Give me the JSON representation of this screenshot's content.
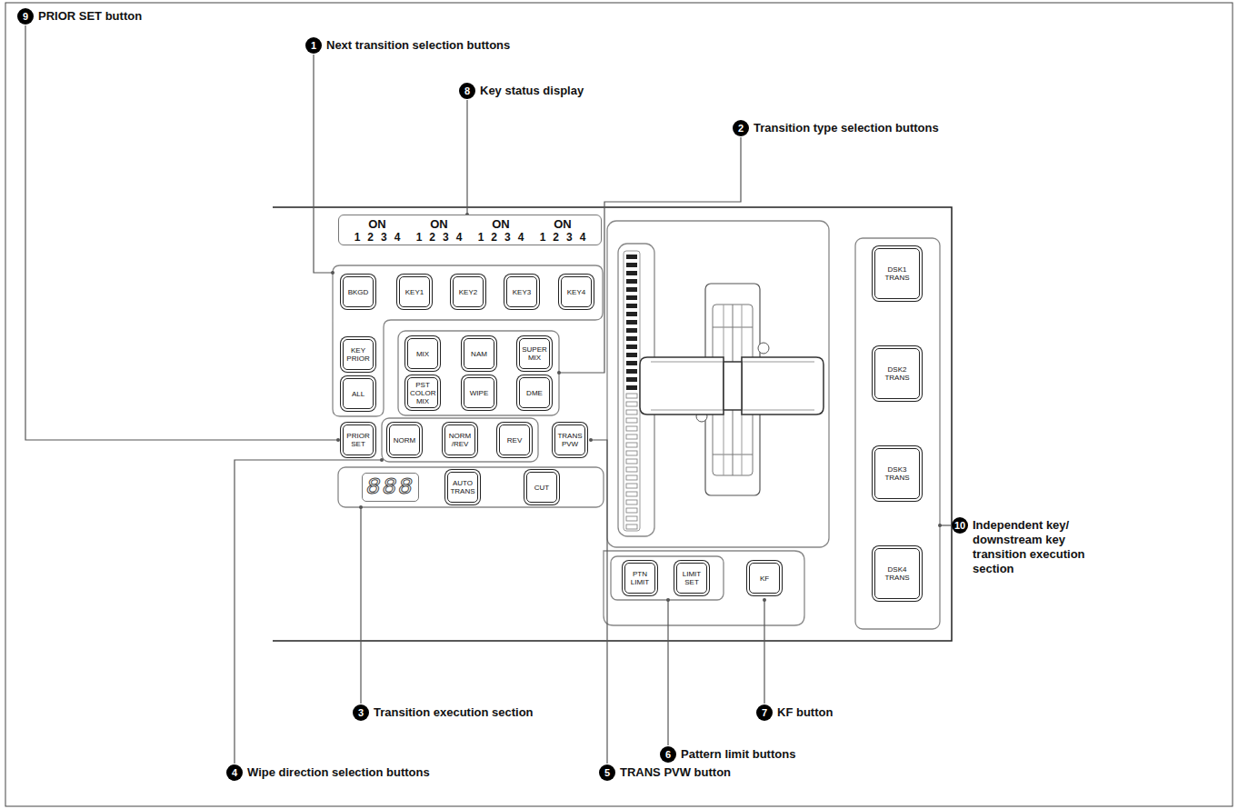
{
  "diagram": {
    "nodes": [
      {
        "text": [
          "ON",
          "ON",
          "ON",
          "ON",
          "1234",
          "1234",
          "1234",
          "1234"
        ]
      },
      {
        "text": [
          "BKGD"
        ]
      },
      {
        "text": [
          "KEY1"
        ]
      },
      {
        "text": [
          "KEY2"
        ]
      },
      {
        "text": [
          "KEY3"
        ]
      },
      {
        "text": [
          "KEY4"
        ]
      },
      {
        "text": [
          "KEY PRIOR"
        ]
      },
      {
        "text": [
          "ALL"
        ]
      },
      {
        "text": [
          "MIX"
        ]
      },
      {
        "text": [
          "NAM"
        ]
      },
      {
        "text": [
          "SUPER MIX"
        ]
      },
      {
        "text": [
          "PST COLOR MIX"
        ]
      },
      {
        "text": [
          "WIPE"
        ]
      },
      {
        "text": [
          "DME"
        ]
      },
      {
        "text": [
          "PRIOR SET"
        ]
      },
      {
        "text": [
          "NORM"
        ]
      },
      {
        "text": [
          "NORM /REV"
        ]
      },
      {
        "text": [
          "REV"
        ]
      },
      {
        "text": [
          "TRANS PVW"
        ]
      },
      {
        "text": [
          "888"
        ]
      },
      {
        "text": [
          "AUTO TRANS"
        ]
      },
      {
        "text": [
          "CUT"
        ]
      },
      {
        "text": [
          "PTN LIMIT"
        ]
      },
      {
        "text": [
          "LIMIT SET"
        ]
      },
      {
        "text": [
          "KF"
        ]
      },
      {
        "text": [
          "DSK1 TRANS"
        ]
      },
      {
        "text": [
          "DSK2 TRANS"
        ]
      },
      {
        "text": [
          "DSK3 TRANS"
        ]
      },
      {
        "text": [
          "DSK4 TRANS"
        ]
      }
    ],
    "labels": [
      "9",
      "PRIOR SET button",
      "1",
      "Next transition selection buttons",
      "8",
      "Key status display",
      "2",
      "Transition type selection buttons",
      "10",
      "Independent key/ downstream key transition execution section",
      "3",
      "Transition execution section",
      "7",
      "KF button",
      "6",
      "Pattern limit buttons",
      "4",
      "Wipe direction selection buttons",
      "5",
      "TRANS PVW button"
    ]
  }
}
